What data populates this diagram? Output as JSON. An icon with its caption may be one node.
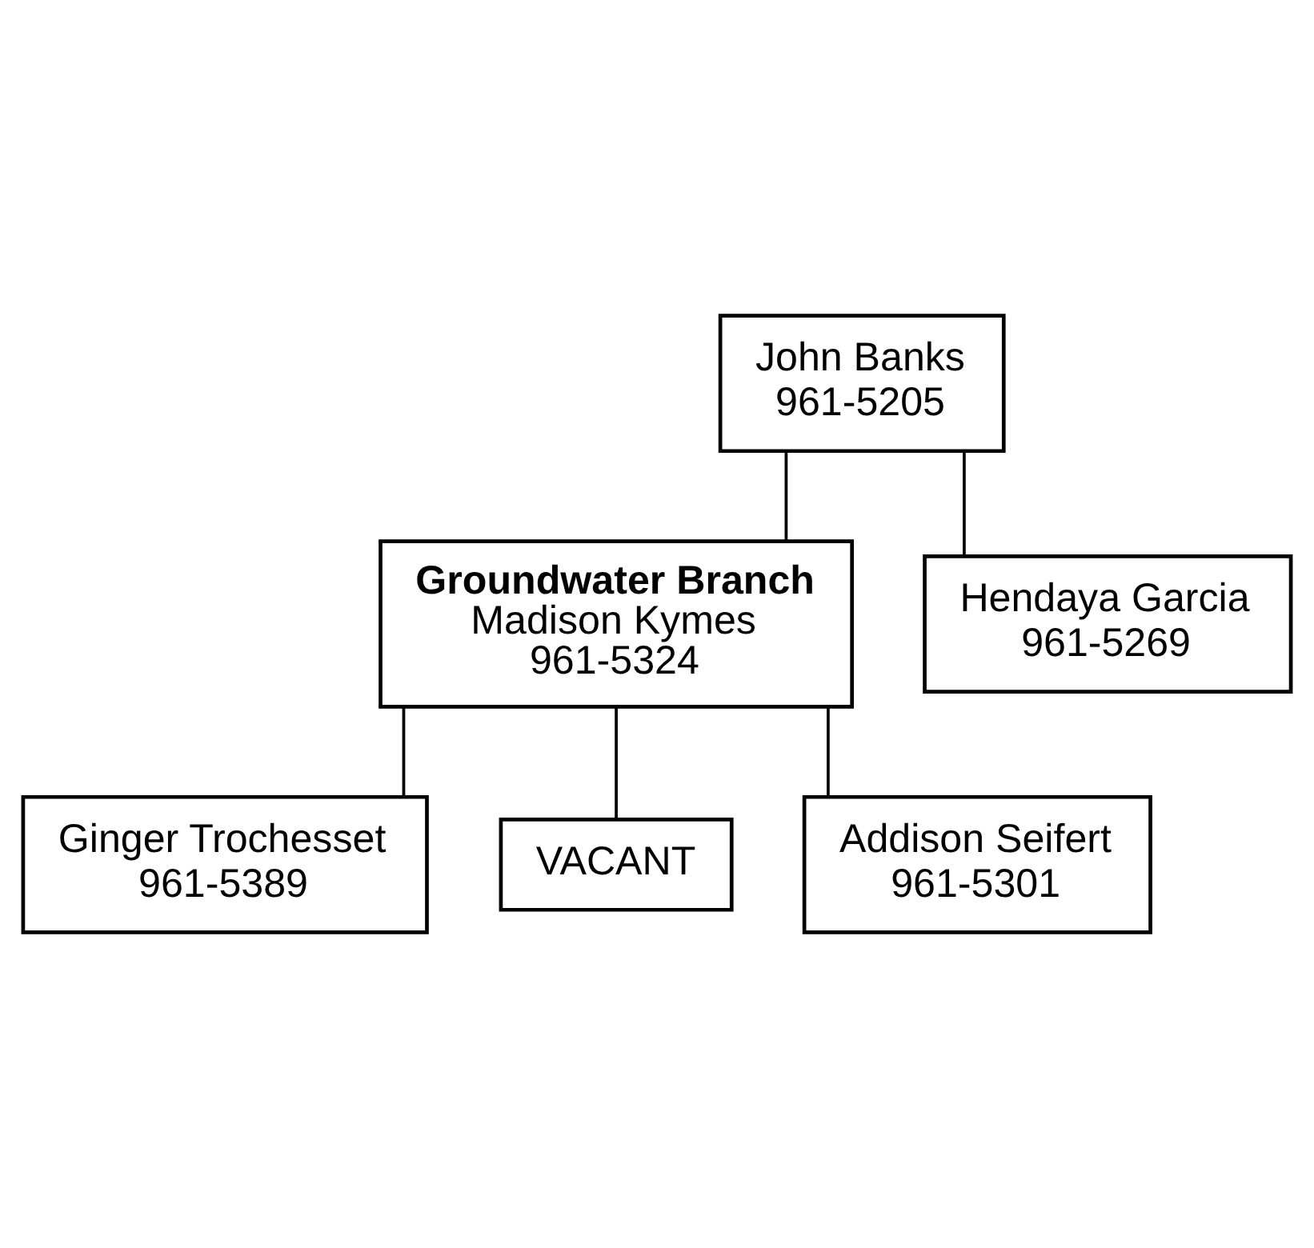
{
  "diagram": {
    "nodes": [
      {
        "text": [
          "John Banks",
          "961-5205"
        ]
      },
      {
        "text": [
          "Groundwater Branch",
          "Madison Kymes",
          "961-5324"
        ]
      },
      {
        "text": [
          "Hendaya Garcia",
          "961-5269"
        ]
      },
      {
        "text": [
          "Ginger Trochesset",
          "961-5389"
        ]
      },
      {
        "text": [
          "VACANT"
        ]
      },
      {
        "text": [
          "Addison Seifert",
          "961-5301"
        ]
      }
    ],
    "edges": [
      {
        "from": 0,
        "to": 1,
        "arrow": "none"
      },
      {
        "from": 0,
        "to": 2,
        "arrow": "none"
      },
      {
        "from": 1,
        "to": 3,
        "arrow": "none"
      },
      {
        "from": 1,
        "to": 4,
        "arrow": "none"
      },
      {
        "from": 1,
        "to": 5,
        "arrow": "none"
      }
    ]
  }
}
